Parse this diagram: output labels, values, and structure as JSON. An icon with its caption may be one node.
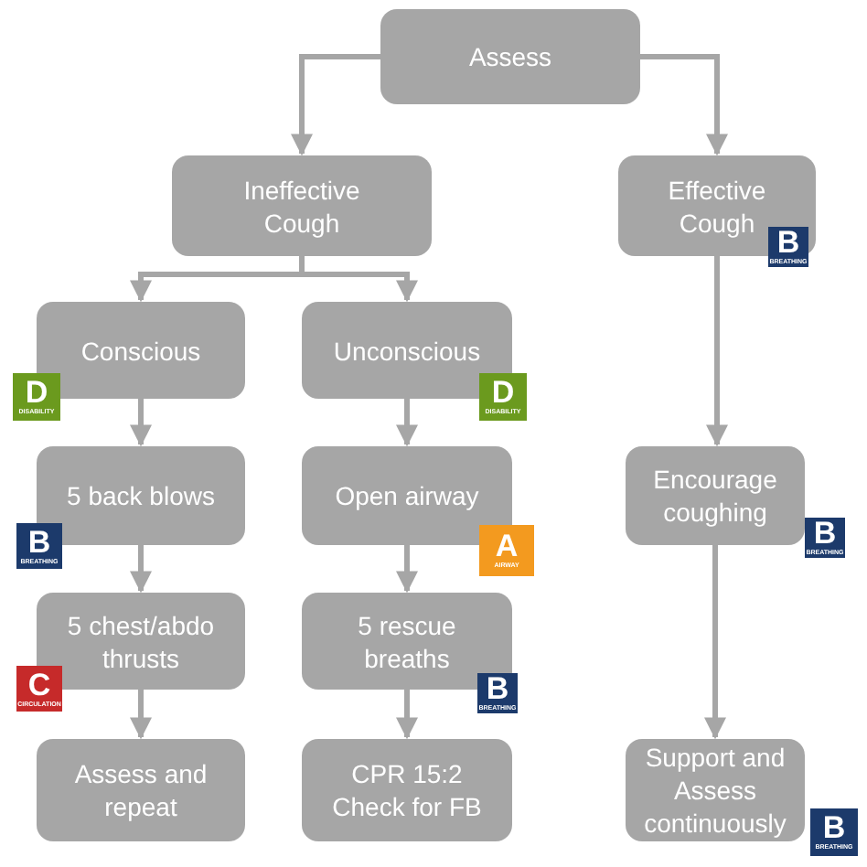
{
  "diagram": {
    "nodes": [
      {
        "text": [
          "Assess"
        ]
      },
      {
        "text": [
          "Ineffective Cough"
        ]
      },
      {
        "text": [
          "Effective Cough"
        ]
      },
      {
        "text": [
          "B",
          "BREATHING"
        ]
      },
      {
        "text": [
          "Conscious"
        ]
      },
      {
        "text": [
          "D",
          "DISABILITY"
        ]
      },
      {
        "text": [
          "Unconscious"
        ]
      },
      {
        "text": [
          "D",
          "DISABILITY"
        ]
      },
      {
        "text": [
          "5 back blows"
        ]
      },
      {
        "text": [
          "B",
          "BREATHING"
        ]
      },
      {
        "text": [
          "Open airway"
        ]
      },
      {
        "text": [
          "A",
          "AIRWAY"
        ]
      },
      {
        "text": [
          "Encourage coughing"
        ]
      },
      {
        "text": [
          "B",
          "BREATHING"
        ]
      },
      {
        "text": [
          "5 chest/abdo thrusts"
        ]
      },
      {
        "text": [
          "C",
          "CIRCULATION"
        ]
      },
      {
        "text": [
          "5 rescue breaths"
        ]
      },
      {
        "text": [
          "B",
          "BREATHING"
        ]
      },
      {
        "text": [
          "Assess and repeat"
        ]
      },
      {
        "text": [
          "CPR 15:2 Check for FB"
        ]
      },
      {
        "text": [
          "Support and Assess continuously"
        ]
      },
      {
        "text": [
          "B",
          "BREATHING"
        ]
      }
    ],
    "edges": [
      {
        "from": 0,
        "to": 1,
        "arrow": "to"
      },
      {
        "from": 0,
        "to": 2,
        "arrow": "to"
      },
      {
        "from": 1,
        "to": 4,
        "arrow": "to"
      },
      {
        "from": 1,
        "to": 6,
        "arrow": "to"
      },
      {
        "from": 4,
        "to": 8,
        "arrow": "to"
      },
      {
        "from": 8,
        "to": 14,
        "arrow": "to"
      },
      {
        "from": 14,
        "to": 18,
        "arrow": "to"
      },
      {
        "from": 6,
        "to": 10,
        "arrow": "to"
      },
      {
        "from": 10,
        "to": 16,
        "arrow": "to"
      },
      {
        "from": 16,
        "to": 19,
        "arrow": "to"
      },
      {
        "from": 2,
        "to": 12,
        "arrow": "to"
      },
      {
        "from": 12,
        "to": 20,
        "arrow": "to"
      }
    ]
  }
}
